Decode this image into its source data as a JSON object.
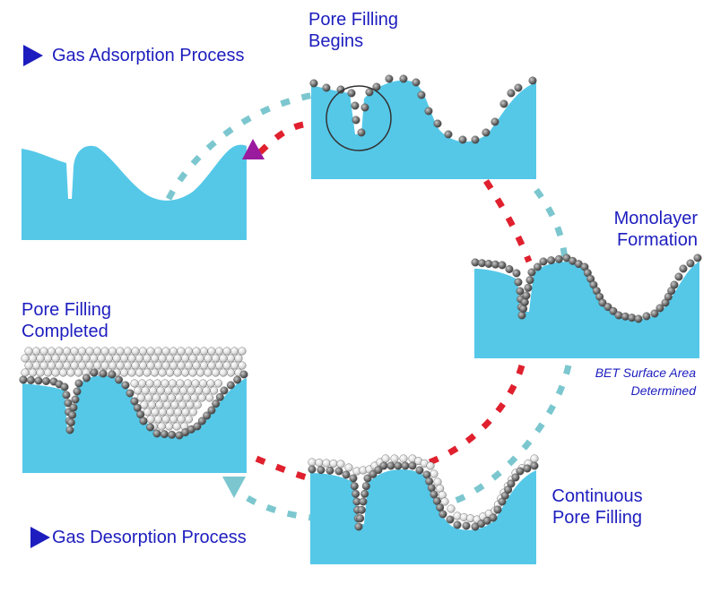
{
  "labels": {
    "adsorption_process": "Gas Adsorption Process",
    "desorption_process": "Gas Desorption Process",
    "pore_filling_begins": [
      "Pore Filling",
      "Begins"
    ],
    "monolayer_formation": [
      "Monolayer",
      "Formation"
    ],
    "bet_note": [
      "BET Surface Area",
      "Determined"
    ],
    "continuous_pore_filling": [
      "Continuous",
      "Pore Filling"
    ],
    "pore_filling_completed": [
      "Pore Filling",
      "Completed"
    ]
  },
  "colors": {
    "label_text": "#1d1dbf",
    "surface": "#55c8e8",
    "adsorbed_molecule": "#6f6f6f",
    "gas_molecule": "#d6d6d6",
    "adsorption_arrow": "#e0202e",
    "desorption_arrow": "#7cc7cf",
    "start_marker": "#9a1b9e",
    "process_marker": "#1d1dbf"
  },
  "icons": {
    "process_marker": "play-triangle-icon",
    "magnifier": "circle-outline-icon"
  }
}
